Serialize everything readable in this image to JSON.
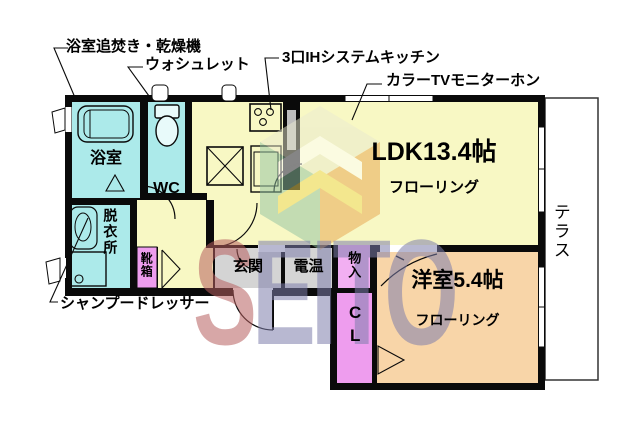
{
  "annotations": {
    "bath_reheat_dryer": "浴室追焚き・乾燥機",
    "washlet": "ウォシュレット",
    "ih_kitchen": "3口IHシステムキッチン",
    "tv_monitor_phone": "カラーTVモニターホン",
    "shampoo_dresser": "シャンプードレッサー"
  },
  "rooms": {
    "ldk": {
      "label": "LDK13.4帖",
      "floor": "フローリング"
    },
    "western": {
      "label": "洋室5.4帖",
      "floor": "フローリング"
    },
    "bath": {
      "label": "浴室"
    },
    "wc": {
      "label": "WC"
    },
    "dressing": {
      "label": "脱衣所"
    },
    "shoebox": {
      "label": "靴箱"
    },
    "entrance": {
      "label": "玄関"
    },
    "water_heater": {
      "label": "電温"
    },
    "storage": {
      "label": "物入"
    },
    "closet": {
      "label": "CL"
    },
    "terrace": {
      "label": "テラス"
    }
  },
  "watermark": {
    "first": "S",
    "rest": "EITO"
  },
  "colors": {
    "wall_black": "#0a0a0a",
    "bath_cyan": "#aceaea",
    "floor_yellow": "#f8f8c4",
    "entrance_gray": "#d4d4d4",
    "closet_pink": "#ee9dee",
    "western_peach": "#f8d5a8",
    "watermark_red": "#b75f5f",
    "watermark_blue": "#7d7dab",
    "logo_teal": "#8fc2a2",
    "logo_yellow": "#f0d85a",
    "logo_orange": "#e8a34c"
  }
}
